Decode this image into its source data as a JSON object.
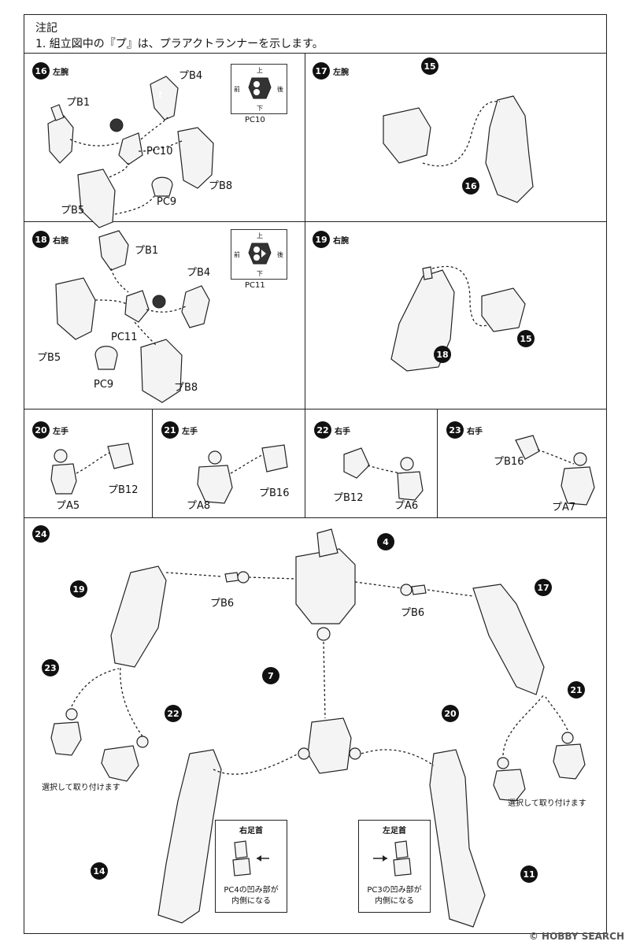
{
  "notes": {
    "title": "注記",
    "line1": "1. 組立図中の『プ』は、プラアクトランナーを示します。"
  },
  "steps": {
    "s16": {
      "num": "16",
      "label": "左腕"
    },
    "s17": {
      "num": "17",
      "label": "左腕"
    },
    "s18": {
      "num": "18",
      "label": "右腕"
    },
    "s19": {
      "num": "19",
      "label": "右腕"
    },
    "s20": {
      "num": "20",
      "label": "左手"
    },
    "s21": {
      "num": "21",
      "label": "左手"
    },
    "s22": {
      "num": "22",
      "label": "右手"
    },
    "s23": {
      "num": "23",
      "label": "右手"
    },
    "s24": {
      "num": "24",
      "label": ""
    }
  },
  "parts": {
    "pB1": "プB1",
    "pB4": "プB4",
    "pB5": "プB5",
    "pB8": "プB8",
    "pc10": "PC10",
    "pc11": "PC11",
    "pc9": "PC9",
    "pB12": "プB12",
    "pB16": "プB16",
    "pA5": "プA5",
    "pA6": "プA6",
    "pA7": "プA7",
    "pA8": "プA8",
    "pB6": "プB6"
  },
  "pc_dir": {
    "up": "上",
    "down": "下",
    "front": "前",
    "back": "後"
  },
  "refs": {
    "r15": "15",
    "r16": "16",
    "r18": "18",
    "r19": "19",
    "r17": "17",
    "r4": "4",
    "r7": "7",
    "r23": "23",
    "r22": "22",
    "r20": "20",
    "r21": "21",
    "r14": "14",
    "r11": "11"
  },
  "select_text": "選択して取り付けます",
  "right_ankle": {
    "title": "右足首",
    "caption1": "PC4の凹み部が",
    "caption2": "内側になる"
  },
  "left_ankle": {
    "title": "左足首",
    "caption1": "PC3の凹み部が",
    "caption2": "内側になる"
  },
  "watermark": "© HOBBY SEARCH",
  "warning": "!"
}
